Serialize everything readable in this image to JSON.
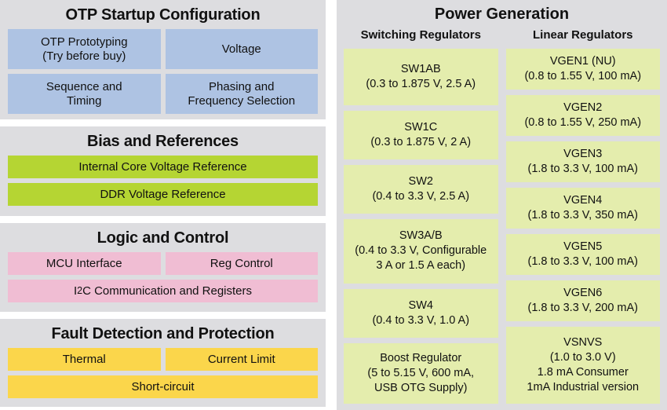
{
  "left_panels": [
    {
      "id": "otp-startup-configuration",
      "title": "OTP Startup Configuration",
      "color": "#aec3e3",
      "rows": [
        [
          {
            "label": "OTP Prototyping\n(Try before buy)"
          },
          {
            "label": "Voltage"
          }
        ],
        [
          {
            "label": "Sequence and\nTiming"
          },
          {
            "label": "Phasing and\nFrequency Selection"
          }
        ]
      ]
    },
    {
      "id": "bias-and-references",
      "title": "Bias and References",
      "color": "#b5d533",
      "rows": [
        [
          {
            "label": "Internal Core Voltage Reference"
          }
        ],
        [
          {
            "label": "DDR Voltage Reference"
          }
        ]
      ]
    },
    {
      "id": "logic-and-control",
      "title": "Logic and Control",
      "color": "#f0bdd3",
      "rows": [
        [
          {
            "label": "MCU Interface"
          },
          {
            "label": "Reg Control"
          }
        ],
        [
          {
            "label": "I2C Communication and Registers",
            "html_label": "I<sup>2</sup>C Communication and Registers"
          }
        ]
      ]
    },
    {
      "id": "fault-detection-and-protection",
      "title": "Fault Detection and Protection",
      "color": "#fbd64b",
      "rows": [
        [
          {
            "label": "Thermal"
          },
          {
            "label": "Current Limit"
          }
        ],
        [
          {
            "label": "Short-circuit"
          }
        ]
      ]
    }
  ],
  "power_generation": {
    "title": "Power Generation",
    "box_color": "#e4edad",
    "panel_color": "#dddde0",
    "columns": [
      {
        "id": "switching-regulators",
        "heading": "Switching Regulators",
        "regulators": [
          {
            "name": "SW1AB",
            "spec": "(0.3 to 1.875 V, 2.5 A)"
          },
          {
            "name": "SW1C",
            "spec": "(0.3 to 1.875 V, 2 A)"
          },
          {
            "name": "SW2",
            "spec": "(0.4 to 3.3 V, 2.5 A)"
          },
          {
            "name": "SW3A/B",
            "spec": "(0.4 to 3.3 V, Configurable\n3 A or 1.5 A each)"
          },
          {
            "name": "SW4",
            "spec": "(0.4 to 3.3 V, 1.0 A)"
          },
          {
            "name": "Boost Regulator",
            "spec": "(5 to 5.15 V, 600 mA,\nUSB OTG Supply)"
          }
        ]
      },
      {
        "id": "linear-regulators",
        "heading": "Linear Regulators",
        "regulators": [
          {
            "name": "VGEN1 (NU)",
            "spec": "(0.8 to 1.55 V, 100 mA)"
          },
          {
            "name": "VGEN2",
            "spec": "(0.8 to 1.55 V, 250 mA)"
          },
          {
            "name": "VGEN3",
            "spec": "(1.8 to 3.3 V, 100 mA)"
          },
          {
            "name": "VGEN4",
            "spec": "(1.8 to 3.3 V, 350 mA)"
          },
          {
            "name": "VGEN5",
            "spec": "(1.8 to 3.3 V, 100 mA)"
          },
          {
            "name": "VGEN6",
            "spec": "(1.8 to 3.3 V, 200 mA)"
          },
          {
            "name": "VSNVS",
            "spec": "(1.0 to 3.0 V)\n1.8 mA Consumer\n1mA Industrial version"
          }
        ]
      }
    ]
  }
}
